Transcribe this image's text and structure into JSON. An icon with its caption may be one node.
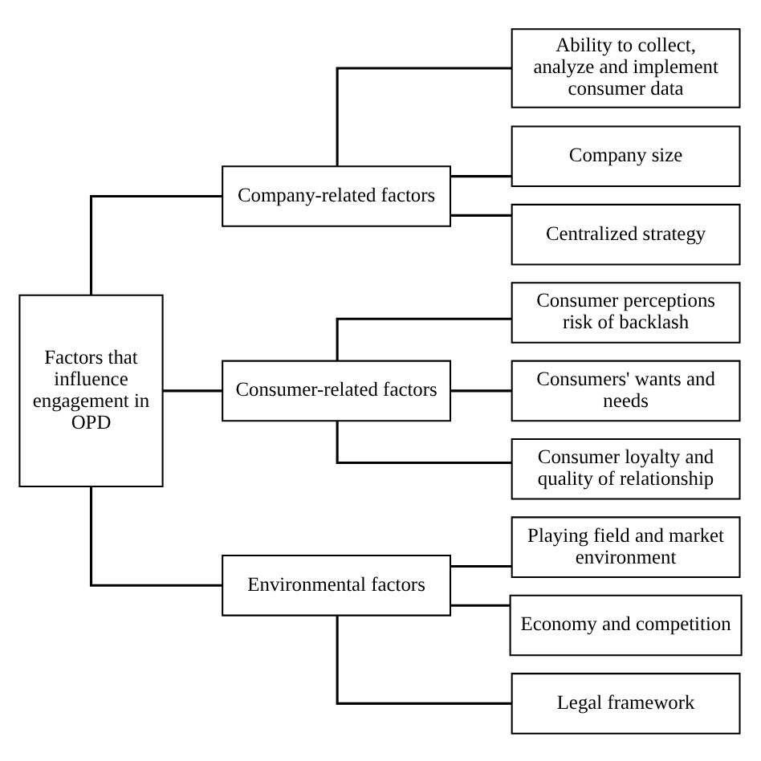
{
  "diagram": {
    "nodes": [
      {
        "text": [
          "Factors that influence engagement in OPD"
        ]
      },
      {
        "text": [
          "Company-related factors"
        ]
      },
      {
        "text": [
          "Ability to collect, analyze and implement consumer data"
        ]
      },
      {
        "text": [
          "Company size"
        ]
      },
      {
        "text": [
          "Centralized strategy"
        ]
      },
      {
        "text": [
          "Consumer-related factors"
        ]
      },
      {
        "text": [
          "Consumer perceptions risk of backlash"
        ]
      },
      {
        "text": [
          "Consumers' wants and needs"
        ]
      },
      {
        "text": [
          "Consumer loyalty and quality of relationship"
        ]
      },
      {
        "text": [
          "Environmental factors"
        ]
      },
      {
        "text": [
          "Playing field and market environment"
        ]
      },
      {
        "text": [
          "Economy and competition"
        ]
      },
      {
        "text": [
          "Legal framework"
        ]
      }
    ],
    "edges": [
      {
        "from": 0,
        "to": 1,
        "arrow": "none"
      },
      {
        "from": 0,
        "to": 5,
        "arrow": "none"
      },
      {
        "from": 0,
        "to": 9,
        "arrow": "none"
      },
      {
        "from": 1,
        "to": 2,
        "arrow": "none"
      },
      {
        "from": 1,
        "to": 3,
        "arrow": "none"
      },
      {
        "from": 1,
        "to": 4,
        "arrow": "none"
      },
      {
        "from": 5,
        "to": 6,
        "arrow": "none"
      },
      {
        "from": 5,
        "to": 7,
        "arrow": "none"
      },
      {
        "from": 5,
        "to": 8,
        "arrow": "none"
      },
      {
        "from": 9,
        "to": 10,
        "arrow": "none"
      },
      {
        "from": 9,
        "to": 11,
        "arrow": "none"
      },
      {
        "from": 9,
        "to": 12,
        "arrow": "none"
      }
    ]
  }
}
